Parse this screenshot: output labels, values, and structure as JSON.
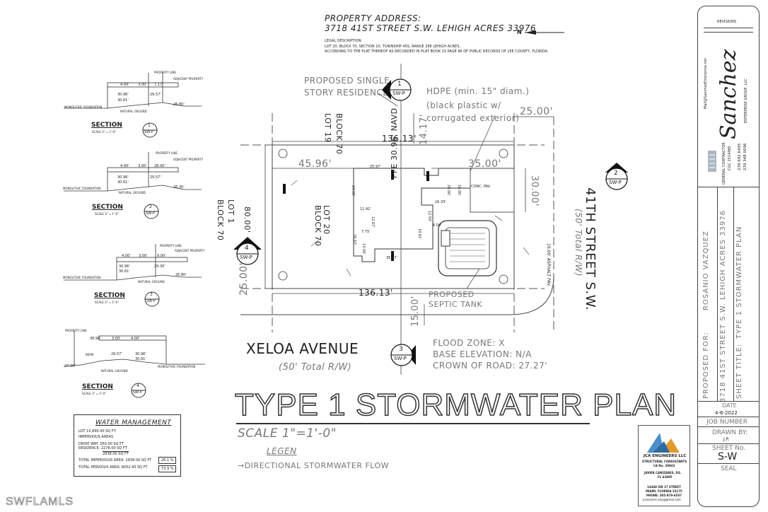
{
  "header": {
    "property_address_label": "PROPERTY ADDRESS:",
    "property_address": "3718 41ST STREET S.W. LEHIGH ACRES 33976",
    "legal_label": "LEGAL DESCRIPTION:",
    "legal_line1": "LOT 20, BLOCK 70, SECTION 10, TOWNSHIP 45S, RANGE 26E LEHIGH ACRES,",
    "legal_line2": "ACCORDING TO THE PLAT THEREOF AS RECORDED IN PLAT BOOK 15 PAGE 96 OF PUBLIC RECORDS OF LEE COUNTY, FLORIDA.",
    "north": "N"
  },
  "plan": {
    "proposed_residence": [
      "PROPOSED SINGLE",
      "STORY RESIDENCE"
    ],
    "hdpe_note": [
      "HDPE (min. 15\" diam.)",
      "(black plastic w/",
      "corrugated exterior)"
    ],
    "lot19": "LOT 19",
    "block70_a": "BLOCK 70",
    "lot20": "LOT 20",
    "block70_b": "BLOCK 70",
    "lot1": "LOT 1",
    "block70_c": "BLOCK 70",
    "dim_top": "136.13'",
    "dim_bottom": "136.13'",
    "dim_left_width": "80.00'",
    "dim_4596": "45.96'",
    "dim_3500": "35.00'",
    "dim_2500_right": "25.00'",
    "dim_2500_left": "25.00'",
    "dim_1417": "14.17'",
    "dim_1500": "15.00'",
    "dim_3000": "30.00'",
    "ffe": "FFE 30.96' NAVD",
    "conc_pav": "CONC. PAV.",
    "asphalt": "19.00' ASPHALT PAV.",
    "septic": [
      "PROPOSED",
      "SEPTIC TANK"
    ],
    "street": "41TH STREET S.W.",
    "street_rw": "(50' Total R/W)",
    "avenue": "XELOA AVENUE",
    "avenue_rw": "(50' Total R/W)",
    "flood": [
      "FLOOD ZONE: X",
      "BASE ELEVATION: N/A",
      "CROWN OF ROAD: 27.27'"
    ],
    "markers": [
      {
        "num": "1",
        "sheet": "SW-P"
      },
      {
        "num": "2",
        "sheet": "SW-P"
      },
      {
        "num": "3",
        "sheet": "SW-P"
      },
      {
        "num": "4",
        "sheet": "SW-P"
      }
    ],
    "small_dims": [
      "25.97'",
      "16.00'",
      "20.00'",
      "16.33'",
      "12.50'",
      "6.00'",
      "10.61'",
      "11.42'",
      "12.67'",
      "7.75'",
      "26.67'",
      "13.00'",
      "35.17'",
      "24.00'"
    ]
  },
  "title": {
    "main": "TYPE 1 STORMWATER PLAN",
    "scale": "SCALE 1\"=1'-0\"",
    "legend": "LEGEN",
    "legend_item": "→DIRECTIONAL STORMWATER FLOW"
  },
  "sections": [
    {
      "label": "SECTION",
      "num": "1",
      "sheet": "SW-P",
      "scale": "SCALE 3\" = 1'-0\"",
      "dims": [
        "4.00'",
        "3.00'",
        "7.17'"
      ],
      "elev": [
        "30.96'",
        "30.61'",
        "29.57'",
        "26.80'"
      ]
    },
    {
      "label": "SECTION",
      "num": "2",
      "sheet": "SW-P",
      "scale": "SCALE 3\" = 1'-0\"",
      "dims": [
        "4.00'",
        "3.00'",
        "28.00'"
      ],
      "elev": [
        "30.96'",
        "30.61'",
        "29.57'",
        "26.30'"
      ]
    },
    {
      "label": "SECTION",
      "num": "3",
      "sheet": "SW-P",
      "scale": "SCALE 3\" = 1'-0\"",
      "dims": [
        "4.00'",
        "3.00'",
        "9.00'"
      ],
      "elev": [
        "30.96'",
        "30.61'",
        "29.30'",
        "26.80'"
      ]
    },
    {
      "label": "SECTION",
      "num": "4",
      "sheet": "SW-P",
      "scale": "SCALE 3\" = 1'-0\"",
      "dims": [
        "38.96'",
        "3.00'",
        "4.00'"
      ],
      "elev": [
        "29.57'",
        "30.96'",
        "30.61'",
        "27.30'"
      ]
    }
  ],
  "section_labels": {
    "property_line": "PROPERTY LINE",
    "adjacent": "ADJACENT PROPERTY",
    "monolithic": "MONOLITHIC FOUNDATION",
    "natural": "NATURAL GROUND",
    "berm": "BERM"
  },
  "water_mgmt": {
    "title": "WATER MANAGEMENT",
    "lot": "LOT 10,890.40 SQ FT",
    "impervious": "IMPERVIOUS AREAS",
    "drive": "DRIVE WAY:    560.00 SQ FT",
    "residence": "RESIDENCE:  2278.00 SQ FT",
    "sum": "2838.00 SQ FT",
    "total_imp": "TOTAL IMPERVIOUS AREA: 2838.00 SQ FT",
    "total_imp_pct": "26.1 %",
    "total_perv": "TOTAL PERVIOUS AREA: 8052.40 SQ FT",
    "total_perv_pct": "73.9 %"
  },
  "engineer": {
    "name": "JCA ENGINEERS LLC",
    "sub": "STRUCTURAL CONSULTANTS",
    "ca": "CA No. 30943",
    "pe": "JAVIER CANIZARES, P.E.",
    "fl": "FL 63885",
    "addr1": "14448 SW 17 STREET",
    "addr2": "MIAMI, FLORIDA 33175",
    "phone": "PHONE: 305-979-6507",
    "email": "jcanizares.enp@gmail.com"
  },
  "titleblock": {
    "revisions": "REVISIONS",
    "email": "Mail@SanchezEnterprise.net",
    "brand": "Sanchez",
    "brand_sub": "ENTERPRISE GROUP, LLC",
    "gc": "GENERAL CONTRACTOR",
    "cgc": "CGC 1514485",
    "phone1": "239 692 6495",
    "phone2": "239 348 0096",
    "proposed_for": "PROPOSED FOR:",
    "client": "ROSANIO VAZQUEZ",
    "address": "3718 41ST STREET S.W. LEHIGH ACRES 33976",
    "sheet_title_label": "SHEET TITLE:",
    "sheet_title": "TYPE 1 STORMWATER PLAN",
    "date_label": "DATE",
    "date": "4-6-2022",
    "job_label": "JOB NUMBER",
    "drawn_label": "DRAWN BY:",
    "drawn": "J.P.",
    "sheet_label": "SHEET No.",
    "sheet": "S-W",
    "seal": "SEAL"
  },
  "watermark": "SWFLAMLS"
}
